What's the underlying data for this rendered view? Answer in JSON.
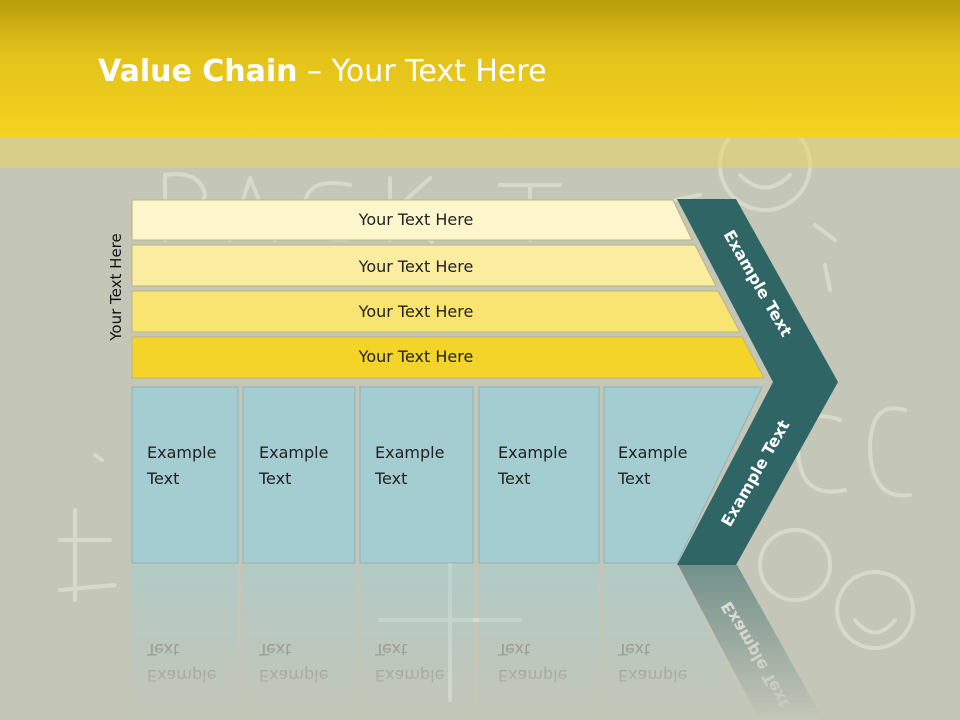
{
  "slide": {
    "title_bold": "Value Chain",
    "title_rest": " – Your Text Here",
    "vertical_label": "Your Text Here"
  },
  "rows": [
    {
      "label": "Your Text Here",
      "color": "#fdf6cc"
    },
    {
      "label": "Your Text Here",
      "color": "#fbeda0"
    },
    {
      "label": "Your Text Here",
      "color": "#f8e470"
    },
    {
      "label": "Your Text Here",
      "color": "#f5d42a"
    }
  ],
  "columns": [
    {
      "line1": "Example",
      "line2": "Text"
    },
    {
      "line1": "Example",
      "line2": "Text"
    },
    {
      "line1": "Example",
      "line2": "Text"
    },
    {
      "line1": "Example",
      "line2": "Text"
    },
    {
      "line1": "Example",
      "line2": "Text"
    }
  ],
  "arrow": {
    "upper_label": "Example Text",
    "lower_label": "Example Text",
    "color": "#2f6565"
  },
  "colors": {
    "column_fill": "#a3cdd0",
    "header": "#f5d420"
  }
}
